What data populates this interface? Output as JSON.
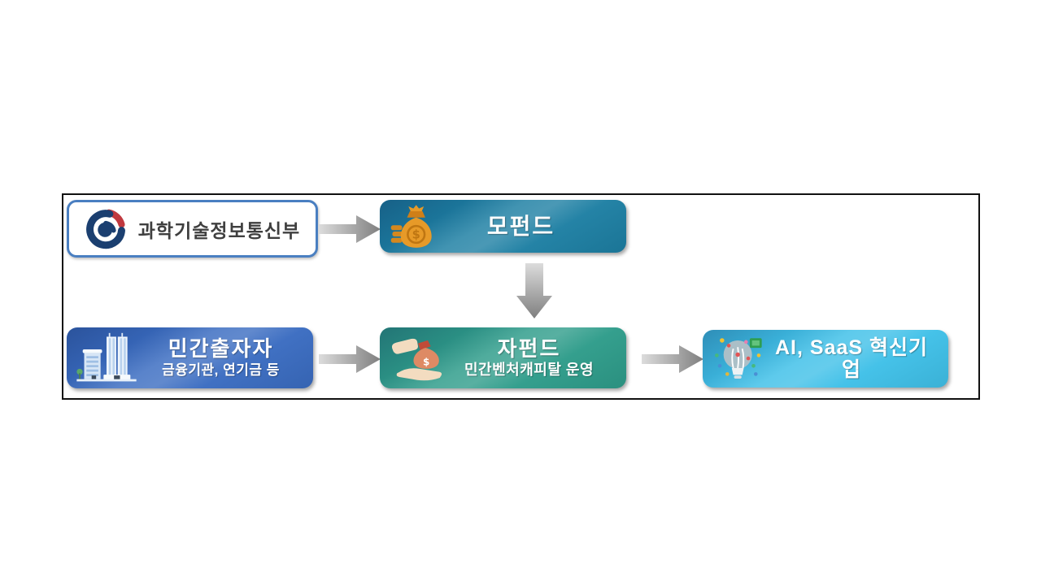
{
  "diagram": {
    "frame": {
      "border_color": "#111111",
      "background": "#ffffff"
    },
    "ministry": {
      "label": "과학기술정보통신부",
      "background": "#ffffff",
      "border_color": "#4a7fc1",
      "text_color": "#3f3f3f",
      "icon": "govt-emblem-icon"
    },
    "mother_fund": {
      "label": "모펀드",
      "color": "#1d7fa3",
      "icon": "money-bag-icon"
    },
    "private_investors": {
      "title": "민간출자자",
      "subtitle": "금융기관, 연기금 등",
      "color": "#3a6cc1",
      "icon": "buildings-icon"
    },
    "child_fund": {
      "title": "자펀드",
      "subtitle": "민간벤처캐피탈 운영",
      "color": "#2e9c8a",
      "icon": "hand-giving-money-icon"
    },
    "innovation_companies": {
      "label": "AI, SaaS 혁신기업",
      "color": "#3fc0e8",
      "icon": "ai-lightbulb-icon"
    },
    "arrows": {
      "color_light": "#d6d6d6",
      "color_dark": "#7f7f7f",
      "flow": [
        "ministry -> mother_fund",
        "mother_fund -> child_fund",
        "private_investors -> child_fund",
        "child_fund -> innovation_companies"
      ]
    }
  }
}
